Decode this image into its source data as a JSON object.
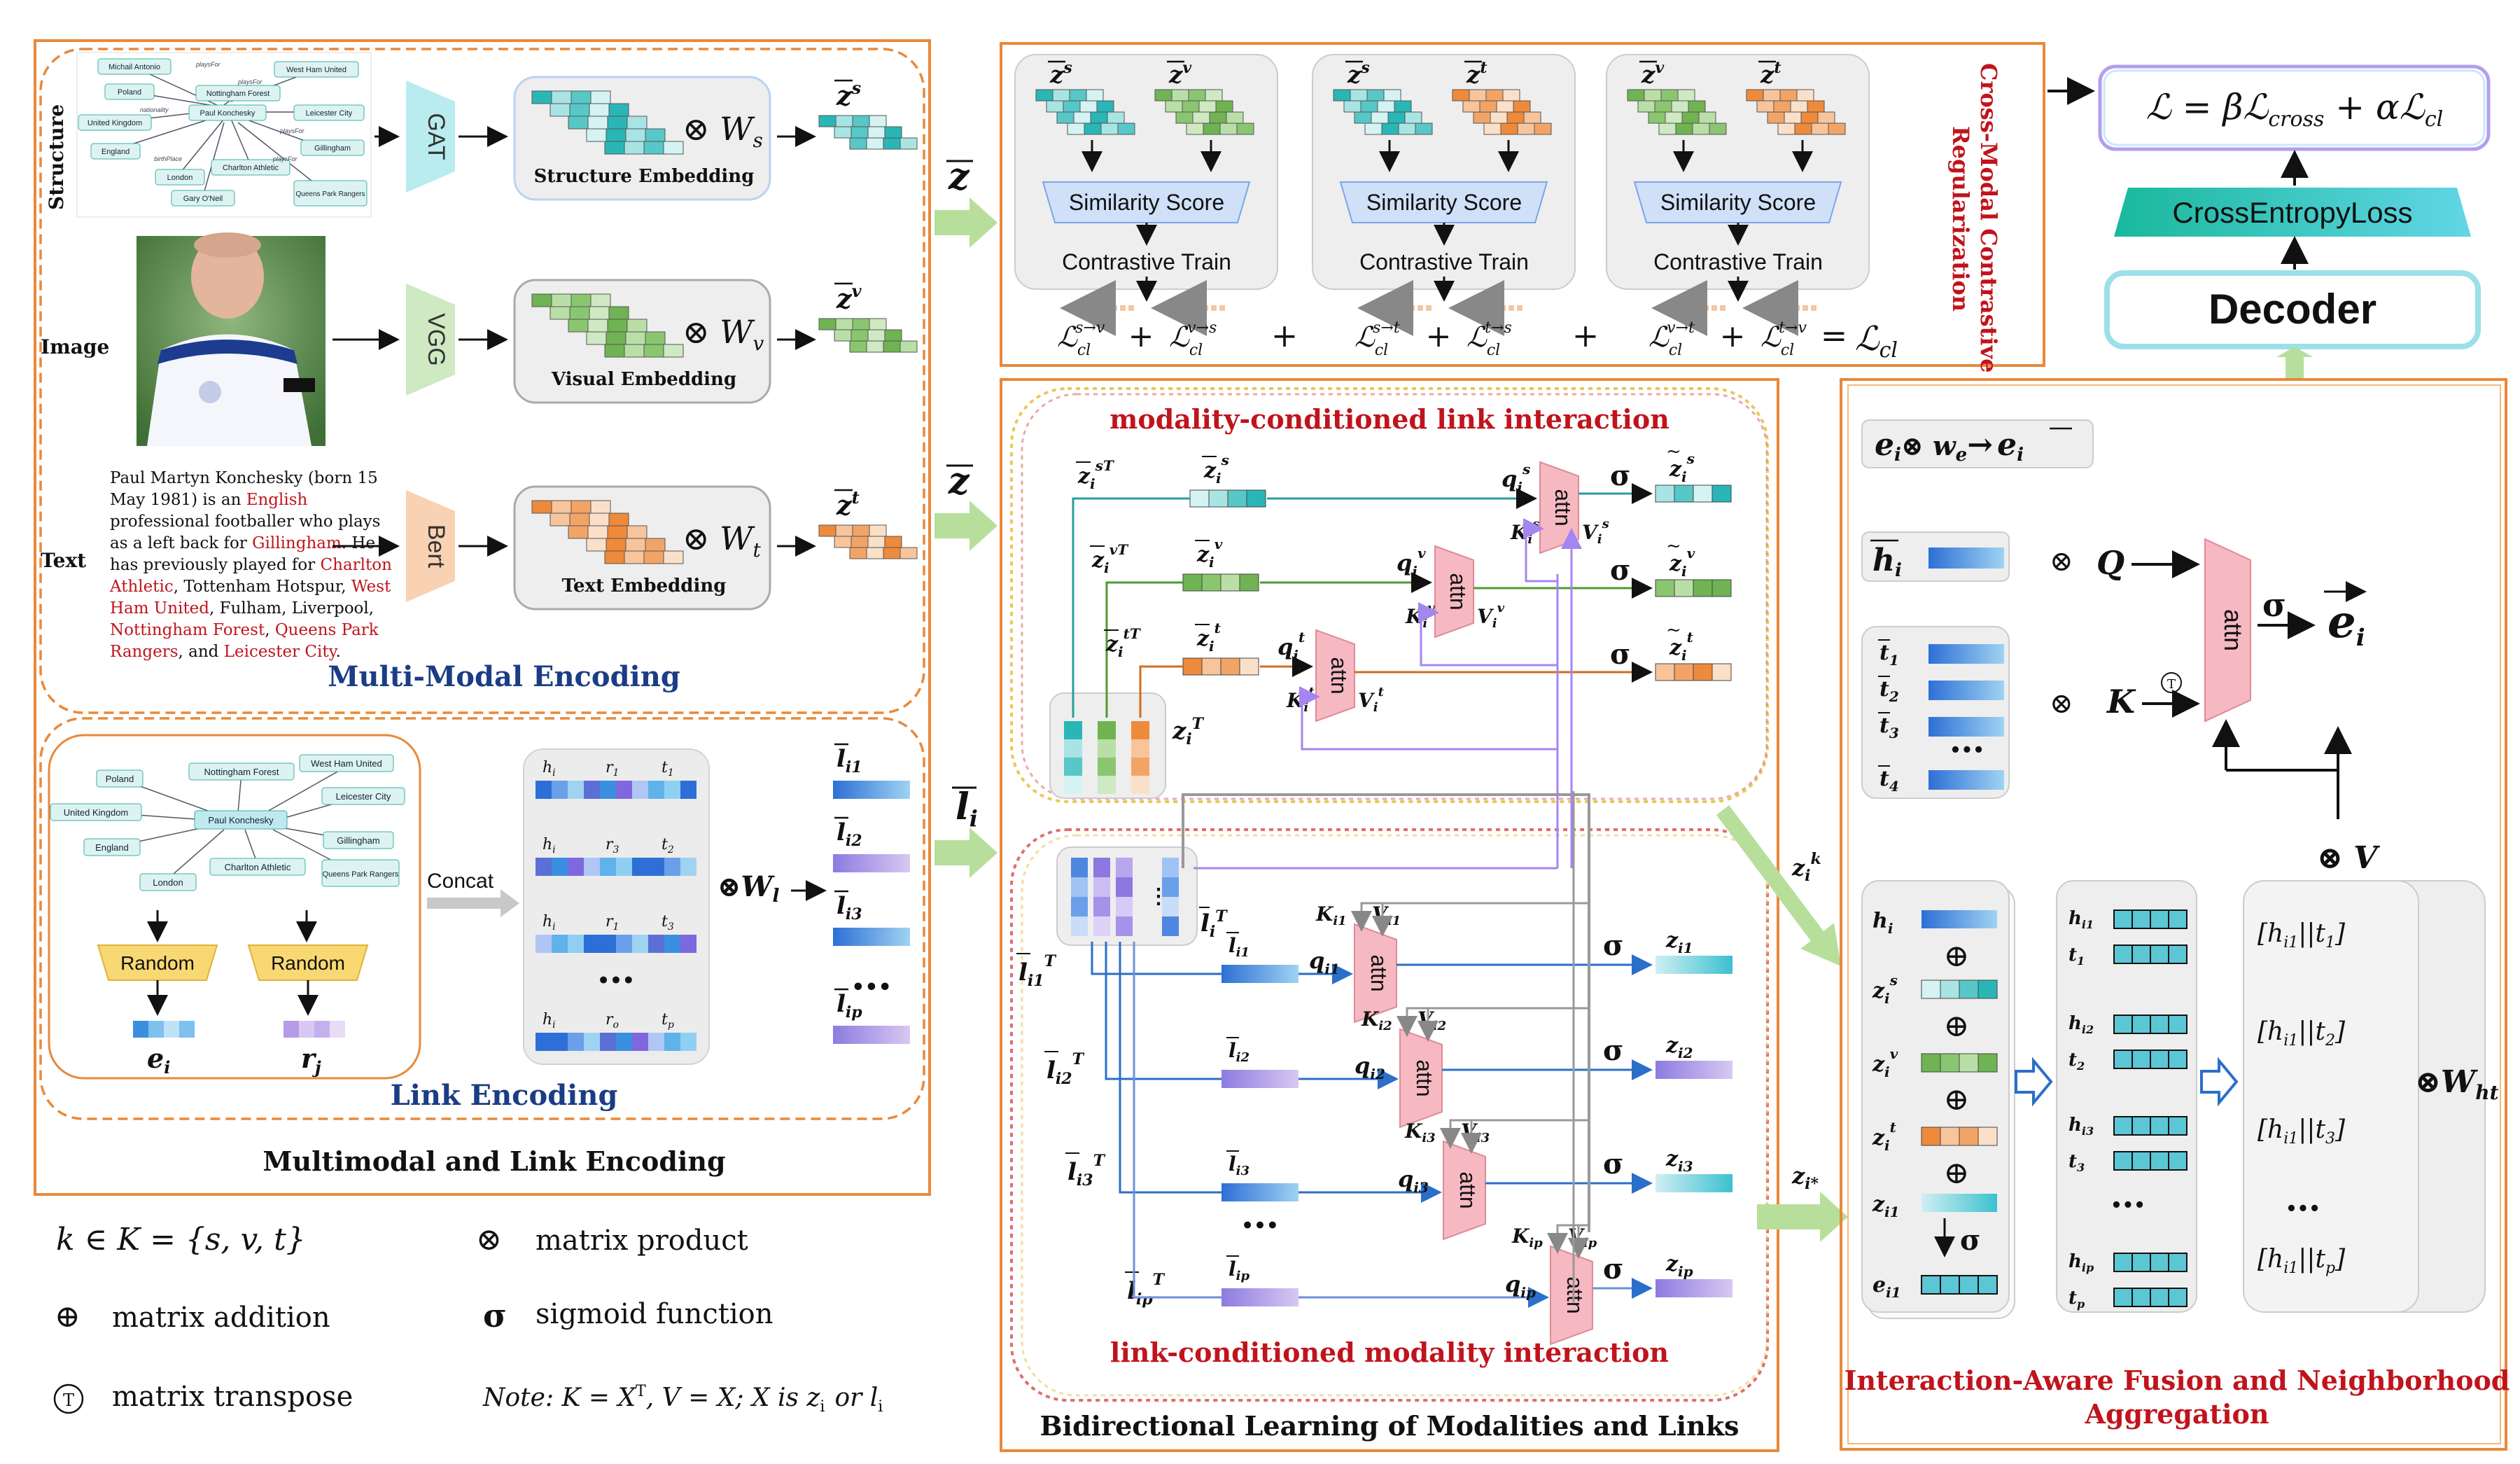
{
  "panels": {
    "encoding": {
      "title": "Multimodal and Link Encoding",
      "multimodal": {
        "title": "Multi-Modal Encoding",
        "rows": [
          {
            "label": "Structure",
            "encoder": "GAT",
            "embedding": "Structure Embedding",
            "weight": "⊗ W",
            "weight_sub": "s",
            "output": "z",
            "output_sup": "s"
          },
          {
            "label": "Image",
            "encoder": "VGG",
            "embedding": "Visual Embedding",
            "weight": "⊗ W",
            "weight_sub": "v",
            "output": "z",
            "output_sup": "v"
          },
          {
            "label": "Text",
            "encoder": "Bert",
            "embedding": "Text Embedding",
            "weight": "⊗ W",
            "weight_sub": "t",
            "output": "z",
            "output_sup": "t"
          }
        ],
        "graph_nodes": [
          "Michail Antonio",
          "West Ham United",
          "Nottingham Forest",
          "Poland",
          "Leicester City",
          "United Kingdom",
          "Paul Konchesky",
          "England",
          "Gillingham",
          "Charlton Athletic",
          "London",
          "Queens Park Rangers",
          "Gary O'Neil"
        ],
        "graph_edge_labels": [
          "playsFor",
          "playsFor",
          "nationality",
          "birthPlace",
          "playsFor",
          "playsFor"
        ],
        "text_lines": [
          {
            "plain": "Paul Martyn Konchesky (born 15"
          },
          {
            "plain": "May 1981) is an ",
            "red": "English"
          },
          {
            "plain": "professional footballer who plays"
          },
          {
            "plain": "as a left back for ",
            "red": "Gillingham",
            "tail": ". He"
          },
          {
            "plain": "has previously played for ",
            "red": "Charlton"
          },
          {
            "red": "Athletic",
            "plain": ", Tottenham Hotspur, ",
            "red2": "West"
          },
          {
            "red": "Ham United",
            "plain": ", Fulham, Liverpool,"
          },
          {
            "red": "Nottingham Forest",
            "plain": ", ",
            "red2": "Queens Park"
          },
          {
            "red": "Rangers",
            "plain": ", and ",
            "red2": "Leicester City",
            "tail": "."
          }
        ]
      },
      "link": {
        "title": "Link Encoding",
        "random": "Random",
        "e_label": "e",
        "e_sub": "i",
        "r_label": "r",
        "r_sub": "j",
        "concat": "Concat",
        "weight": "⊗W",
        "weight_sub": "l",
        "graph_nodes": [
          "Poland",
          "Nottingham Forest",
          "West Ham United",
          "United Kingdom",
          "Paul Konchesky",
          "Leicester City",
          "England",
          "Gillingham",
          "Charlton Athletic",
          "Queens Park Rangers",
          "London"
        ],
        "triples": [
          {
            "h": "h",
            "r": "r",
            "r_sub": "1",
            "t": "t",
            "t_sub": "1"
          },
          {
            "h": "h",
            "r": "r",
            "r_sub": "3",
            "t": "t",
            "t_sub": "2"
          },
          {
            "h": "h",
            "r": "r",
            "r_sub": "1",
            "t": "t",
            "t_sub": "3"
          },
          {
            "h": "h",
            "r": "r",
            "r_sub": "o",
            "t": "t",
            "t_sub": "p"
          }
        ],
        "dots": "•••",
        "outputs": [
          "l",
          "l",
          "l",
          "l"
        ],
        "output_subs": [
          "i1",
          "i2",
          "i3",
          "ip"
        ]
      }
    },
    "legend": {
      "k_def": "k ∈ K = {s, v, t}",
      "otimes": "matrix  product",
      "oplus": "matrix addition",
      "sigma": "sigmoid function",
      "transpose": "matrix transpose",
      "note": "Note: K = X",
      "note_tail": ", V = X;   X  is  z",
      "note_or": "or  l"
    },
    "contrastive": {
      "title_line1": "Cross-Modal Contrastive",
      "title_line2": "Regularization",
      "blocks": [
        {
          "a": "z",
          "a_sup": "s",
          "b": "z",
          "b_sup": "v",
          "sim": "Similarity Score",
          "train": "Contrastive Train",
          "l1": "s→v",
          "l2": "v→s"
        },
        {
          "a": "z",
          "a_sup": "s",
          "b": "z",
          "b_sup": "t",
          "sim": "Similarity Score",
          "train": "Contrastive Train",
          "l1": "s→t",
          "l2": "t→s"
        },
        {
          "a": "z",
          "a_sup": "v",
          "b": "z",
          "b_sup": "t",
          "sim": "Similarity Score",
          "train": "Contrastive Train",
          "l1": "v→t",
          "l2": "t→v"
        }
      ],
      "loss_sym": "ℒ",
      "cl": "cl",
      "plus": "+",
      "equals": "="
    },
    "bidirectional": {
      "title": "Bidirectional Learning of Modalities and Links",
      "top_title": "modality-conditioned link interaction",
      "bottom_title": "link-conditioned modality interaction",
      "attn": "attn",
      "sigma": "σ",
      "q": "q",
      "k": "K",
      "v": "V",
      "dots": "•••"
    },
    "fusion": {
      "title_line1": "Interaction-Aware Fusion and Neighborhood",
      "title_line2": "Aggregation",
      "ei_def_a": "e",
      "ei_def_b": "⊗ w",
      "ei_def_c": "→",
      "Q": "Q",
      "K": "K",
      "V": "⊗ V",
      "attn": "attn",
      "sigma": "σ",
      "e_out": "e",
      "tails": [
        "t",
        "t",
        "t",
        "t"
      ],
      "tail_subs": [
        "1",
        "2",
        "3",
        "4"
      ],
      "dots": "•••",
      "oplus": "⊕",
      "concat_items": [
        "[h",
        "[h",
        "[h",
        "[h"
      ],
      "concat_subs": [
        "1",
        "2",
        "3",
        "p"
      ],
      "weight": "⊗W",
      "weight_sub": "ht"
    },
    "decoder": {
      "loss": "ℒ = βℒ",
      "loss_cross": "cross",
      "loss_mid": " + αℒ",
      "loss_cl": "cl",
      "ce": "CrossEntropyLoss",
      "decoder": "Decoder"
    },
    "side_labels": {
      "z": "z",
      "l": "l",
      "l_sub": "i"
    }
  },
  "colors": {
    "orange": "#e8893a",
    "red_title": "#c0141c",
    "blue_title": "#1b3d86",
    "teal": "#2ab6b6",
    "green": "#6fb352",
    "peach": "#ee8a3c",
    "purple": "#b08ee8",
    "pink_attn": "#f6b9c1",
    "green_arrow": "#b7df9b"
  }
}
